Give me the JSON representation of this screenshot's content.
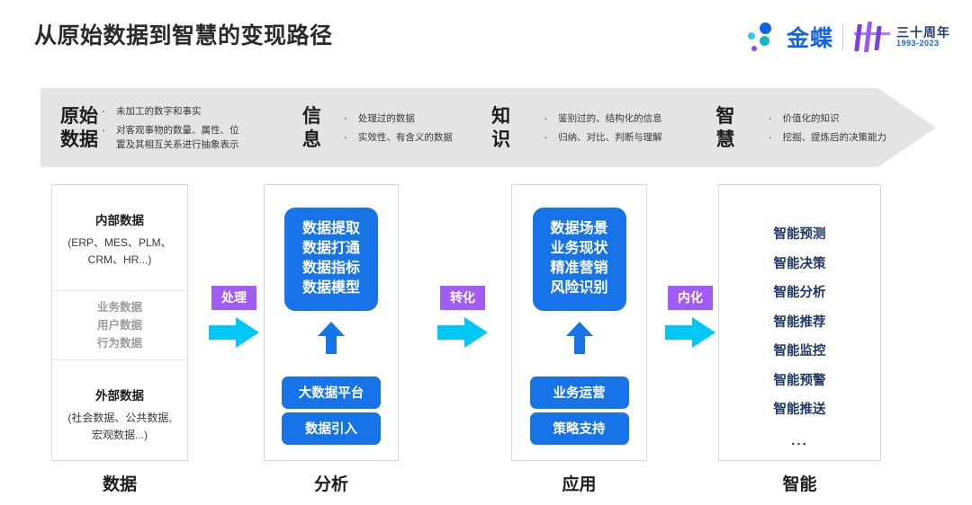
{
  "header": {
    "title": "从原始数据到智慧的变现路径",
    "logo": {
      "brand": "金蝶",
      "anniversary_cn": "三十周年",
      "anniversary_years": "1993-2023"
    }
  },
  "banner": {
    "stages": [
      {
        "heading": "原始\n数据",
        "bullets": [
          "未加工的数字和事实",
          "对客观事物的数量、属性、位\n置及其相互关系进行抽象表示"
        ]
      },
      {
        "heading": "信\n息",
        "bullets": [
          "处理过的数据",
          "实效性、有含义的数据"
        ]
      },
      {
        "heading": "知\n识",
        "bullets": [
          "鉴别过的、结构化的信息",
          "归纳、对比、判断与理解"
        ]
      },
      {
        "heading": "智\n慧",
        "bullets": [
          "价值化的知识",
          "挖掘、提炼后的决策能力"
        ]
      }
    ],
    "bullet_glyph": "·"
  },
  "columns": {
    "data": {
      "footer": "数据",
      "internal_title": "内部数据",
      "internal_sub": "(ERP、MES、PLM、\nCRM、HR...)",
      "middle": [
        "业务数据",
        "用户数据",
        "行为数据"
      ],
      "external_title": "外部数据",
      "external_sub": "(社会数据、公共数据,\n宏观数据...)"
    },
    "analysis": {
      "footer": "分析",
      "box": "数据提取\n数据打通\n数据指标\n数据模型",
      "pill1": "大数据平台",
      "pill2": "数据引入"
    },
    "application": {
      "footer": "应用",
      "box": "数据场景\n业务现状\n精准营销\n风险识别",
      "pill1": "业务运营",
      "pill2": "策略支持"
    },
    "intelligence": {
      "footer": "智能",
      "items": [
        "智能预测",
        "智能决策",
        "智能分析",
        "智能推荐",
        "智能监控",
        "智能预警",
        "智能推送"
      ],
      "ellipsis": "..."
    }
  },
  "connectors": [
    {
      "label": "处理"
    },
    {
      "label": "转化"
    },
    {
      "label": "内化"
    }
  ],
  "colors": {
    "blue": "#1773e8",
    "navy": "#1f3864",
    "purple": "#a05cf5",
    "cyan": "#00c8f5",
    "banner_gray": "#e4e4e4",
    "brand_blue": "#1464e6"
  }
}
